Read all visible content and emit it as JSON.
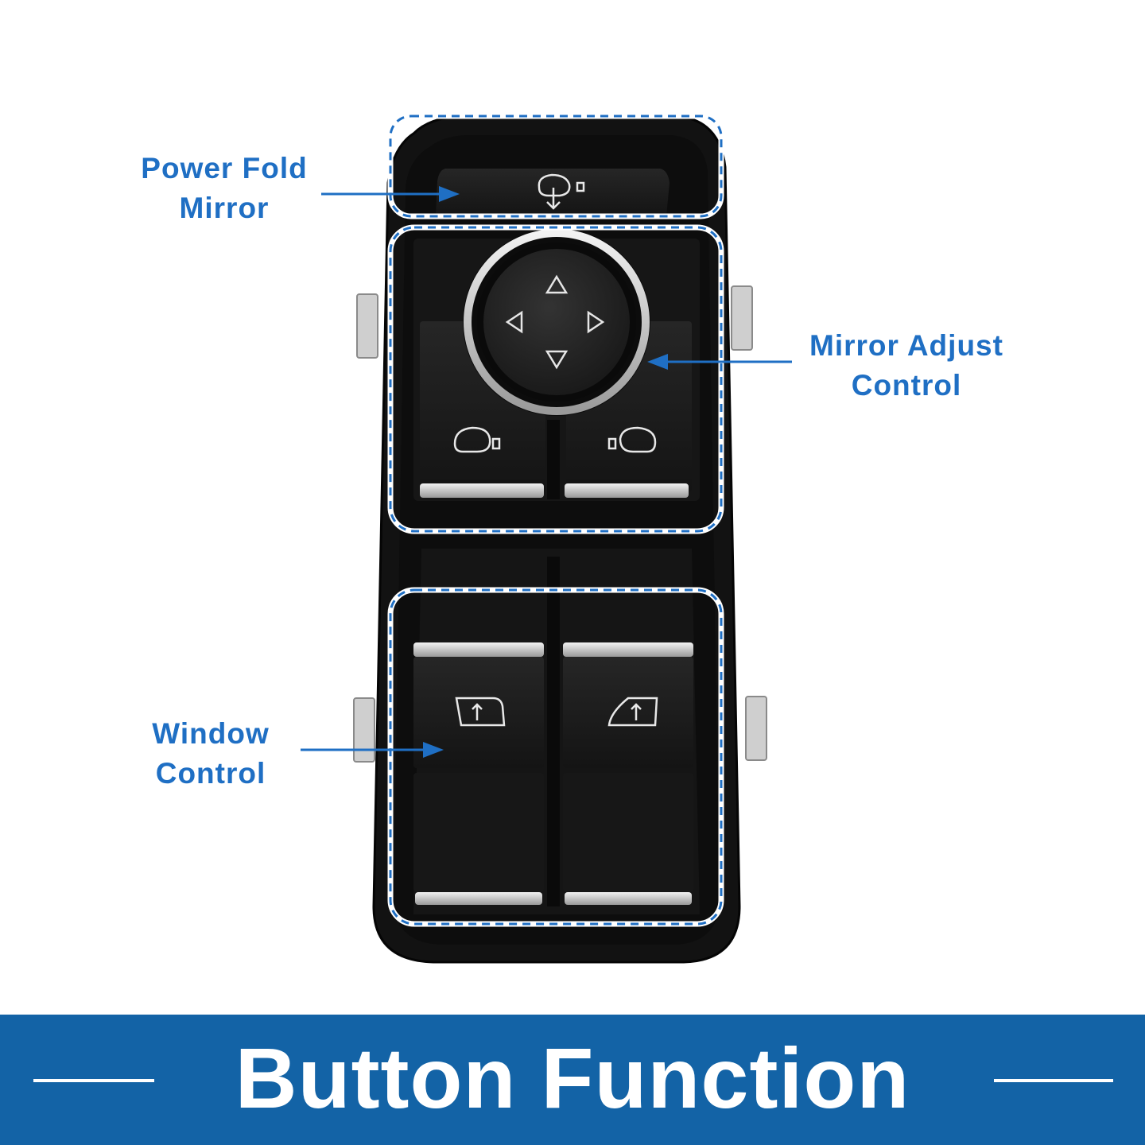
{
  "callouts": {
    "power_fold": {
      "line1": "Power Fold",
      "line2": "Mirror",
      "icon": "mirror-fold-icon"
    },
    "mirror_adjust": {
      "line1": "Mirror Adjust",
      "line2": "Control",
      "icon": "directional-pad-icon"
    },
    "window": {
      "line1": "Window",
      "line2": "Control",
      "icon": "window-lift-icon"
    }
  },
  "banner": {
    "title": "Button Function"
  },
  "colors": {
    "accent": "#1f6fc4",
    "banner": "#1363a6",
    "panel": "#121212",
    "button": "#1b1b1b",
    "chrome": "#d6d6d6"
  }
}
